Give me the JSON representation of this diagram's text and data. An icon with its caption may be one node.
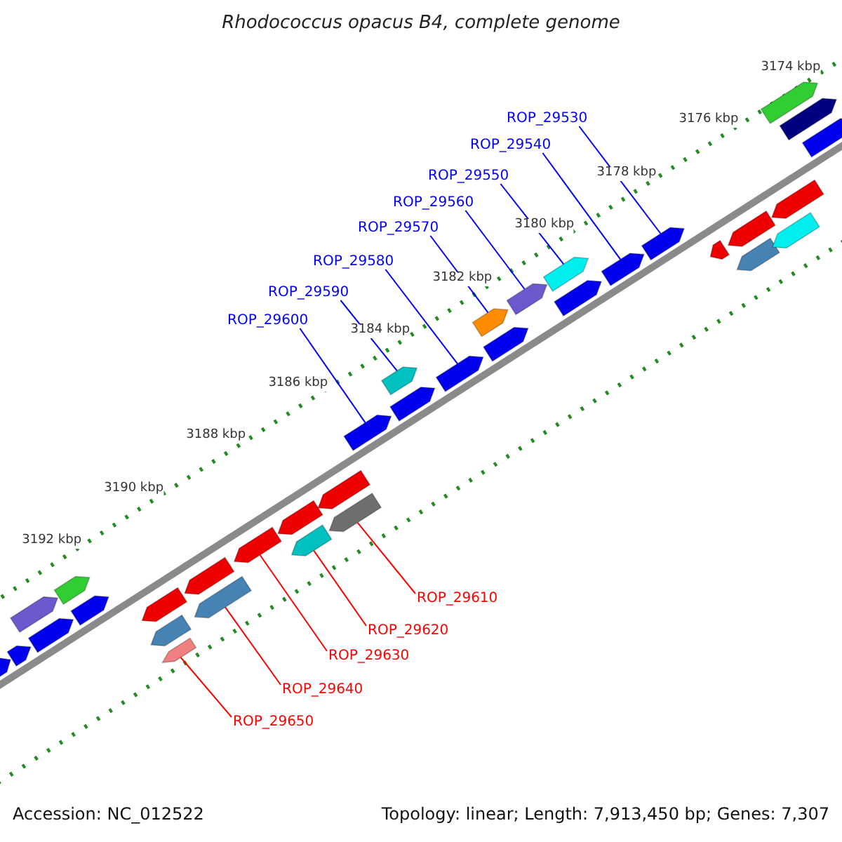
{
  "diagram": {
    "title": "Rhodococcus opacus B4, complete genome",
    "nodes": [
      {
        "text": [
          "ROP_29530"
        ]
      },
      {
        "text": [
          "ROP_29540"
        ]
      },
      {
        "text": [
          "ROP_29550"
        ]
      },
      {
        "text": [
          "ROP_29560"
        ]
      },
      {
        "text": [
          "ROP_29570"
        ]
      },
      {
        "text": [
          "ROP_29580"
        ]
      },
      {
        "text": [
          "ROP_29590"
        ]
      },
      {
        "text": [
          "ROP_29600"
        ]
      },
      {
        "text": [
          "ROP_29610"
        ]
      },
      {
        "text": [
          "ROP_29620"
        ]
      },
      {
        "text": [
          "ROP_29630"
        ]
      },
      {
        "text": [
          "ROP_29640"
        ]
      },
      {
        "text": [
          "ROP_29650"
        ]
      },
      {
        "text": [],
        "shape": "arrow"
      },
      {
        "text": [],
        "shape": "arrow"
      },
      {
        "text": [],
        "shape": "arrow"
      },
      {
        "text": [],
        "shape": "arrow"
      },
      {
        "text": [],
        "shape": "arrow"
      },
      {
        "text": [],
        "shape": "arrow"
      },
      {
        "text": [],
        "shape": "arrow"
      },
      {
        "text": [],
        "shape": "arrow"
      },
      {
        "text": [],
        "shape": "arrow"
      },
      {
        "text": [],
        "shape": "arrow"
      },
      {
        "text": [],
        "shape": "arrow"
      },
      {
        "text": [],
        "shape": "arrow"
      },
      {
        "text": [],
        "shape": "arrow"
      },
      {
        "text": [],
        "shape": "arrow"
      },
      {
        "text": [],
        "shape": "arrow"
      },
      {
        "text": [],
        "shape": "arrow"
      },
      {
        "text": [],
        "shape": "arrow"
      },
      {
        "text": [],
        "shape": "arrow"
      },
      {
        "text": [],
        "shape": "arrow"
      },
      {
        "text": [],
        "shape": "arrow"
      },
      {
        "text": [],
        "shape": "arrow"
      },
      {
        "text": [],
        "shape": "arrow"
      },
      {
        "text": [],
        "shape": "arrow"
      },
      {
        "text": [],
        "shape": "arrow"
      },
      {
        "text": [],
        "shape": "arrow"
      },
      {
        "text": [],
        "shape": "arrow"
      },
      {
        "text": [],
        "shape": "arrow"
      },
      {
        "text": [],
        "shape": "arrow"
      },
      {
        "text": [],
        "shape": "arrow"
      },
      {
        "text": [],
        "shape": "arrow"
      },
      {
        "text": [],
        "shape": "arrow"
      },
      {
        "text": [],
        "shape": "arrow"
      },
      {
        "text": [],
        "shape": "arrow"
      },
      {
        "text": [],
        "shape": "arrow"
      },
      {
        "text": [],
        "shape": "arrow"
      }
    ],
    "edges": [
      {
        "from": 0,
        "to": 39,
        "arrow": "none"
      },
      {
        "from": 1,
        "to": 38,
        "arrow": "none"
      },
      {
        "from": 2,
        "to": 36,
        "arrow": "none"
      },
      {
        "from": 3,
        "to": 35,
        "arrow": "none"
      },
      {
        "from": 4,
        "to": 33,
        "arrow": "none"
      },
      {
        "from": 5,
        "to": 32,
        "arrow": "none"
      },
      {
        "from": 6,
        "to": 30,
        "arrow": "none"
      },
      {
        "from": 7,
        "to": 29,
        "arrow": "none"
      },
      {
        "from": 8,
        "to": 28,
        "arrow": "none",
        "color": "#ff0000"
      },
      {
        "from": 9,
        "to": 26,
        "arrow": "none",
        "color": "#ff0000"
      },
      {
        "from": 10,
        "to": 24,
        "arrow": "none",
        "color": "#ff0000"
      },
      {
        "from": 11,
        "to": 23,
        "arrow": "none",
        "color": "#ff0000"
      },
      {
        "from": 12,
        "to": 21,
        "arrow": "none",
        "color": "#ff0000"
      }
    ],
    "labels": [
      "3174 kbp",
      "3176 kbp",
      "3178 kbp",
      "3180 kbp",
      "3182 kbp",
      "3184 kbp",
      "3186 kbp",
      "3188 kbp",
      "3190 kbp",
      "3192 kbp",
      "Accession: NC_012522",
      "Topology: linear; Length: 7,913,450 bp; Genes: 7,307"
    ]
  }
}
